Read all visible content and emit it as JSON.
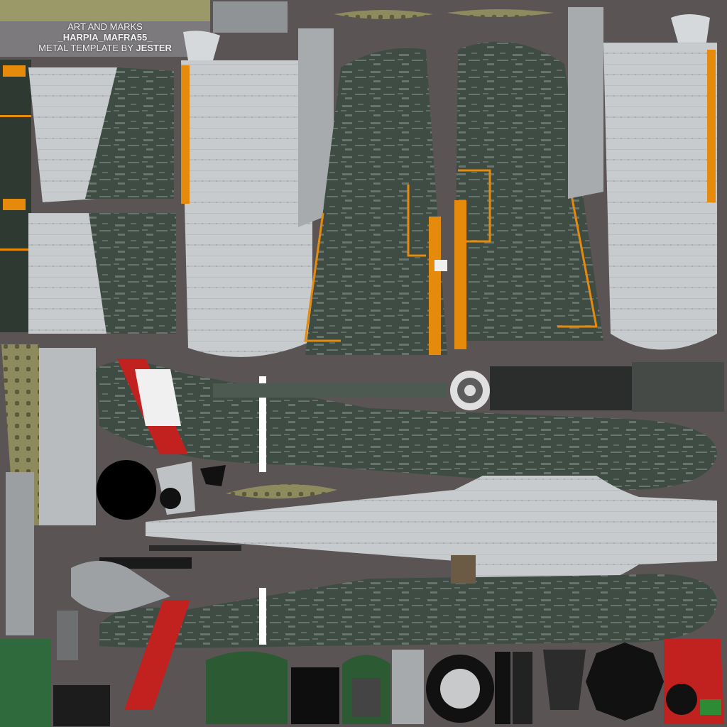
{
  "credits": {
    "line1": "ART AND MARKS",
    "line2": "_HARPIA_MAFRA55_",
    "line3_prefix": "METAL TEMPLATE BY",
    "line3_name": "JESTER"
  },
  "colors": {
    "background": "#5a5455",
    "camo_green": "#3f4d45",
    "camo_light": "#7f8c84",
    "metal": "#c9ccce",
    "metal_shade": "#a9adb0",
    "orange": "#e58a0a",
    "red": "#c2221f",
    "olive": "#8d8a5e",
    "dark_green_panel": "#2e4a35",
    "black": "#0a0a0a"
  },
  "icons": [
    "star-icon",
    "eagle-emblem-icon",
    "wheel-icon",
    "propeller-spinner-icon",
    "engine-cylinder-icon",
    "instrument-panel-icon"
  ]
}
